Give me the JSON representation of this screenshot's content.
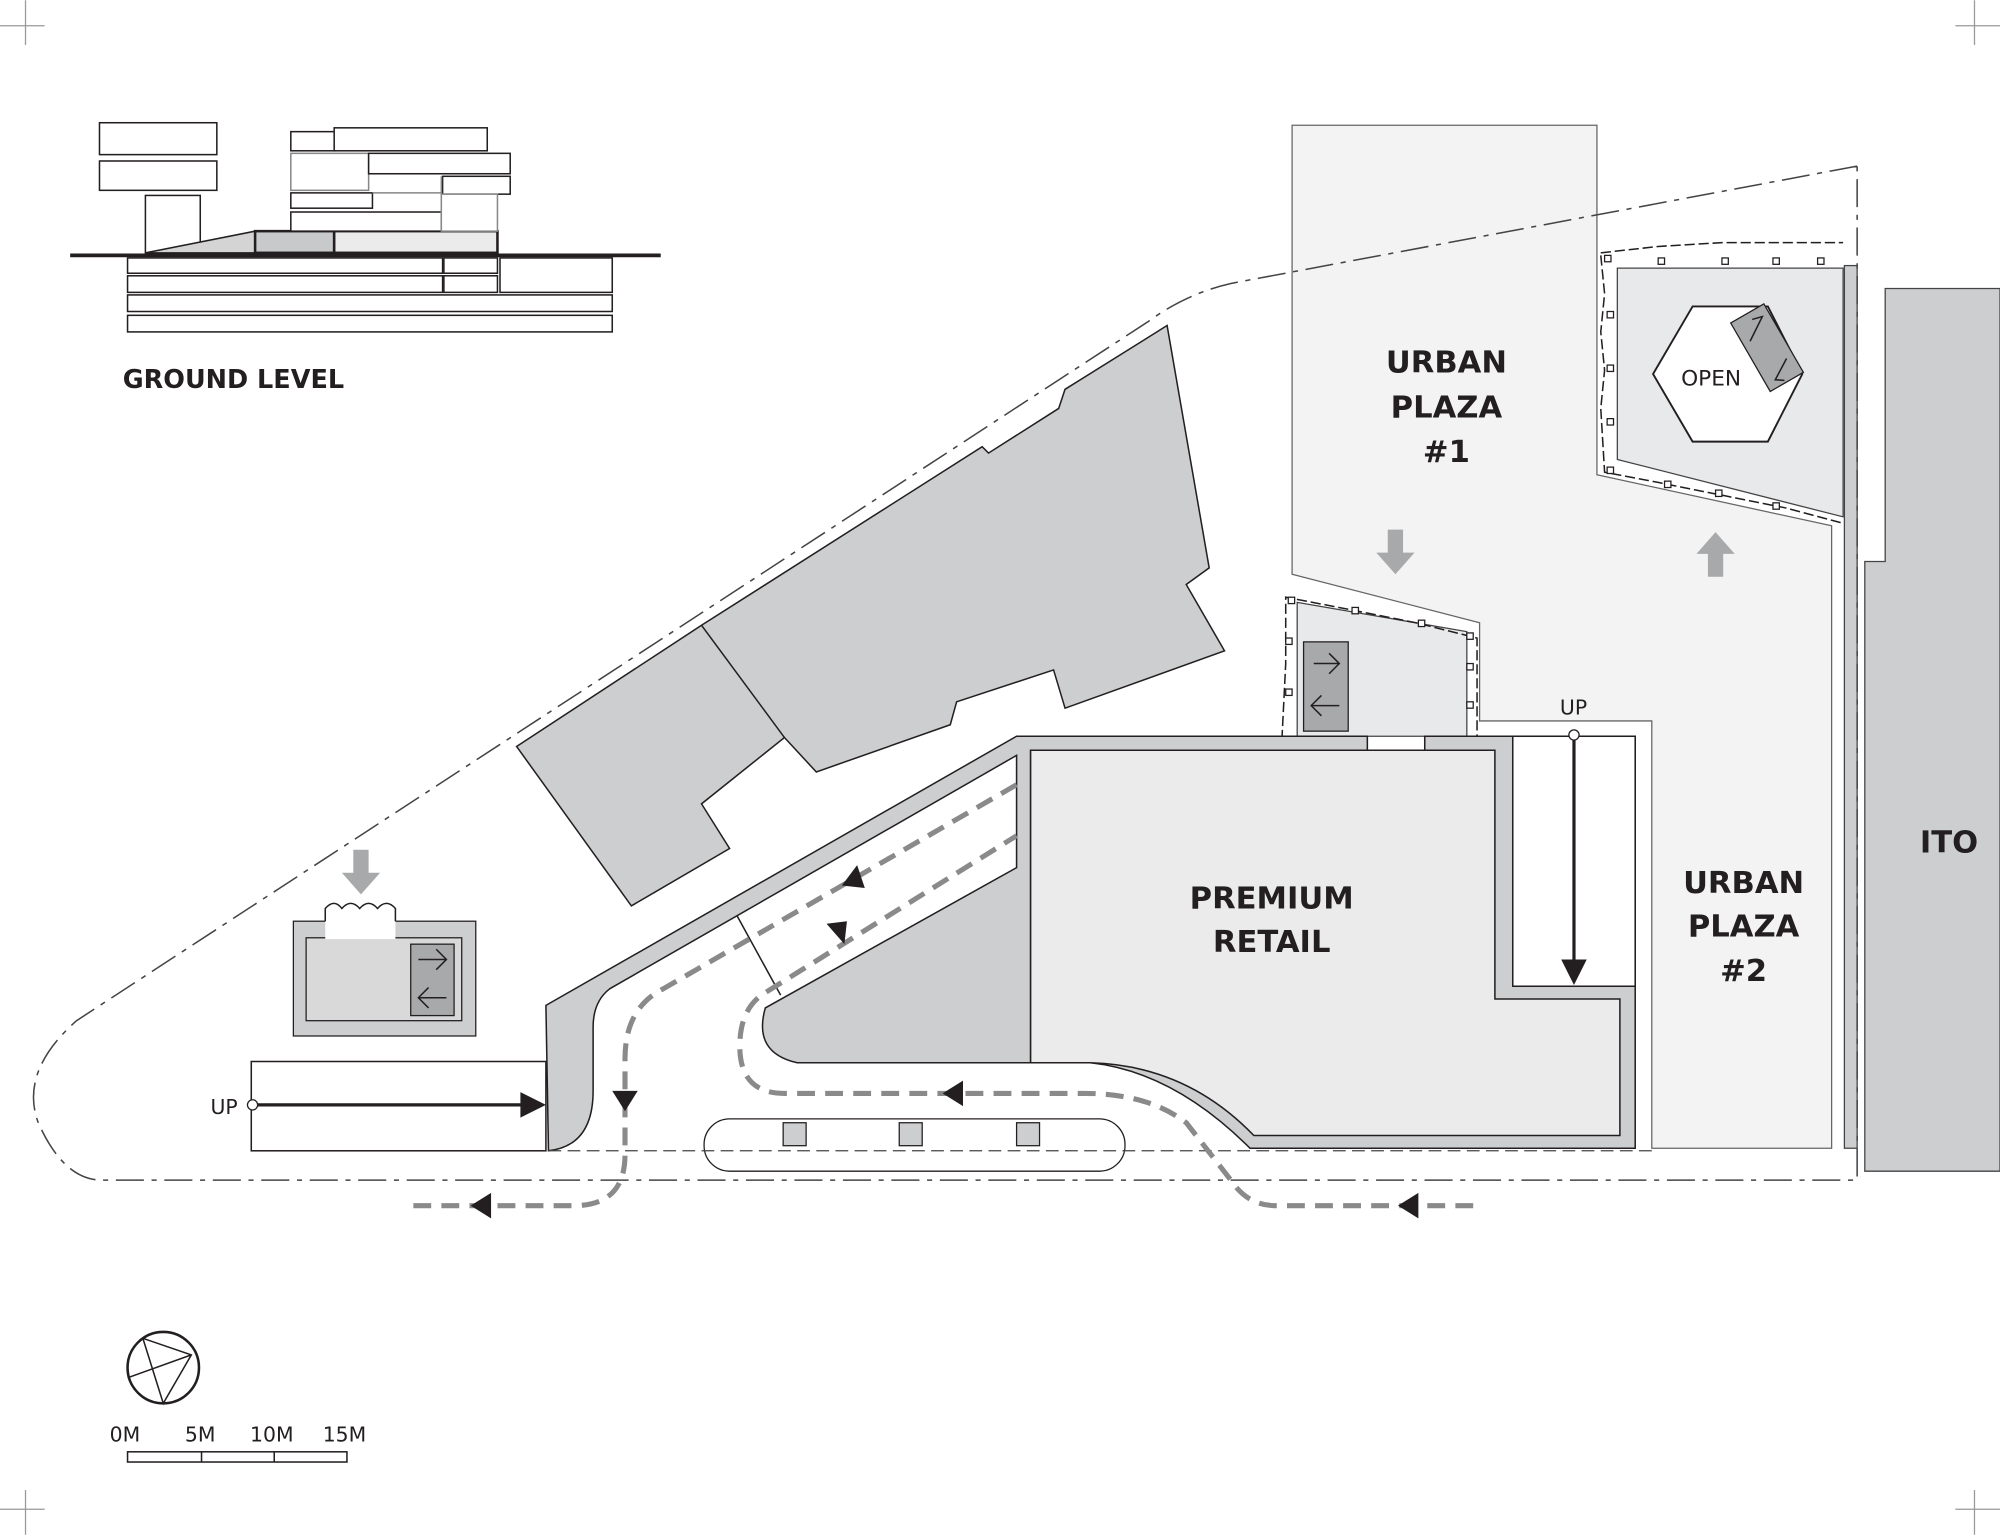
{
  "section": {
    "title": "GROUND LEVEL"
  },
  "zones": {
    "plaza1": {
      "line1": "URBAN",
      "line2": "PLAZA",
      "line3": "#1"
    },
    "plaza2": {
      "line1": "URBAN",
      "line2": "PLAZA",
      "line3": "#2"
    },
    "retail": {
      "line1": "PREMIUM",
      "line2": "RETAIL"
    },
    "open": "OPEN",
    "neighbor": "ITO"
  },
  "ramps": {
    "left_label": "UP",
    "right_label": "UP"
  },
  "scale": {
    "labels": [
      "0M",
      "5M",
      "10M",
      "15M"
    ]
  },
  "colors": {
    "building": "#cdcecf",
    "plaza": "#f3f3f3",
    "retail": "#ebebec",
    "path": "#8a8a8a",
    "ink": "#231f20"
  }
}
